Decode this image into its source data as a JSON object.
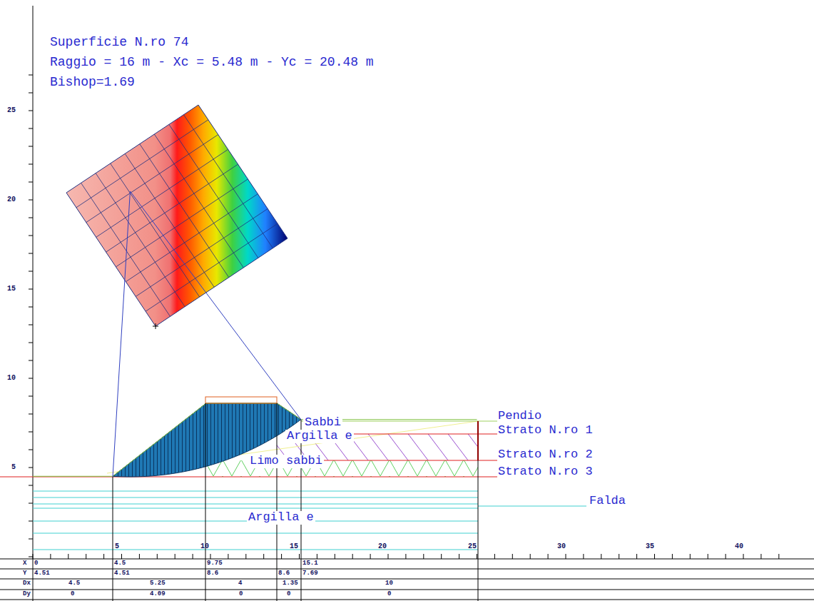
{
  "diagram": {
    "labels": [
      "Superficie N.ro 74",
      "Raggio = 16 m - Xc = 5.48 m - Yc = 20.48 m",
      "Bishop=1.69",
      "25",
      "20",
      "15",
      "10",
      "5",
      "5",
      "10",
      "15",
      "20",
      "25",
      "30",
      "35",
      "40",
      "Sabbi",
      "Argilla e",
      "Limo sabbi",
      "Argilla e",
      "Pendio",
      "Strato N.ro 1",
      "Strato N.ro 2",
      "Strato N.ro 3",
      "Falda",
      "X",
      "0",
      "4.5",
      "9.75",
      "15.1",
      "Y",
      "4.51",
      "4.51",
      "8.6",
      "8.6",
      "7.69",
      "Dx",
      "4.5",
      "5.25",
      "4",
      "1.35",
      "10",
      "Dy",
      "0",
      "4.09",
      "0",
      "0",
      "0"
    ]
  }
}
